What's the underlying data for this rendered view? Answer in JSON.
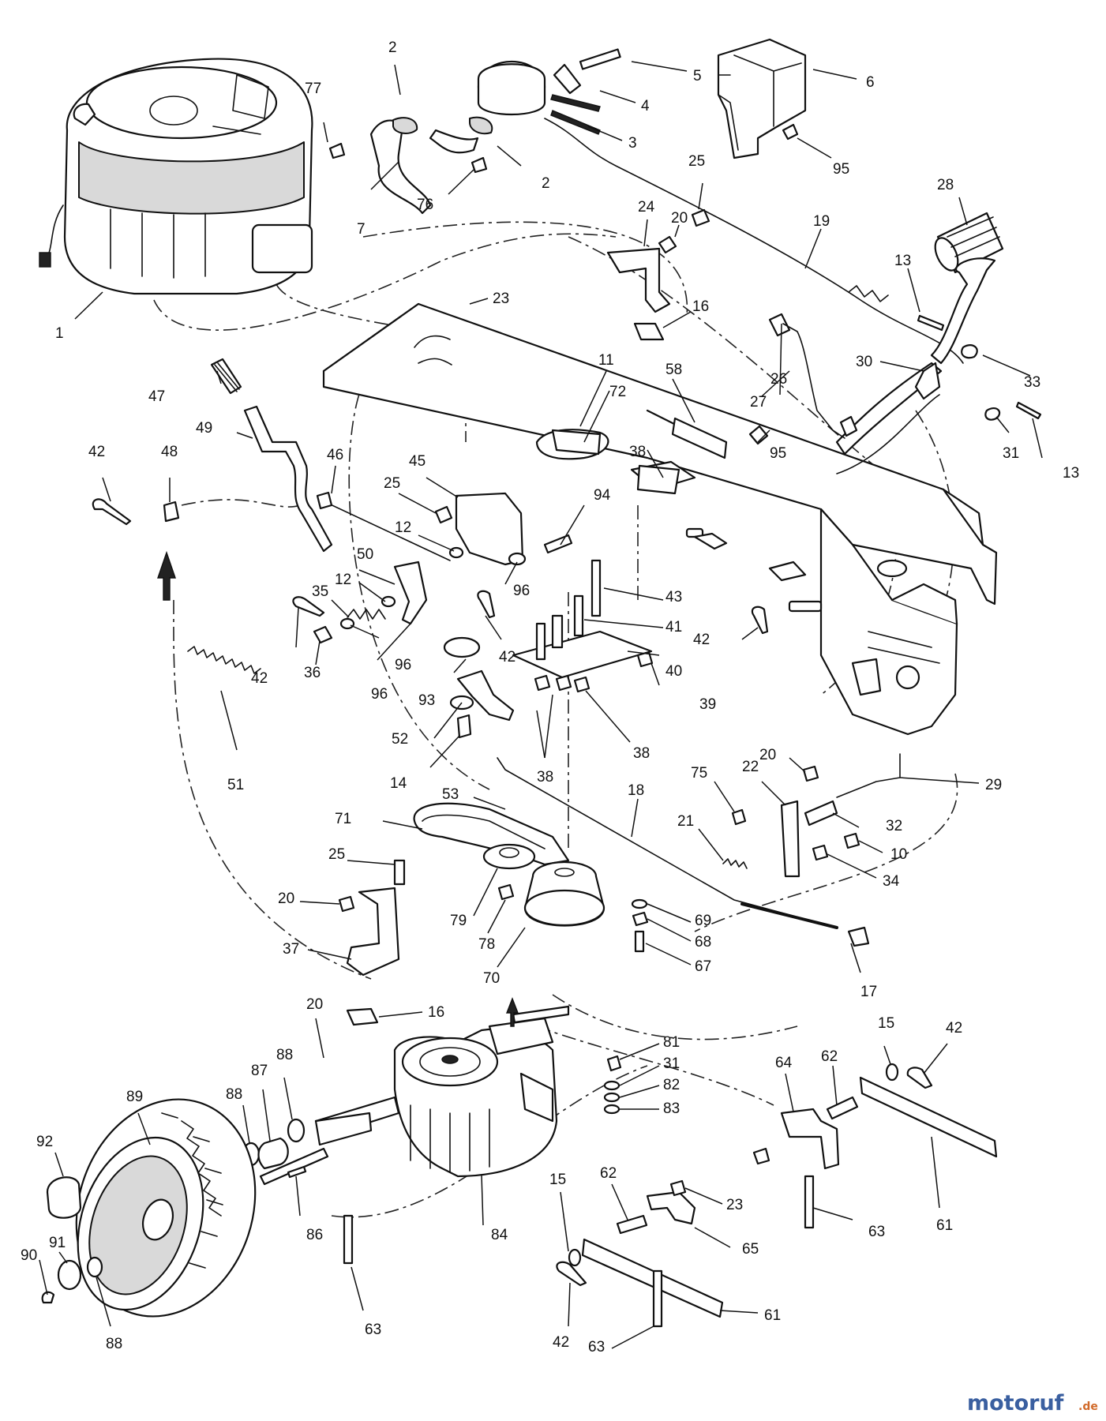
{
  "diagram": {
    "callouts": [
      "1",
      "2",
      "2",
      "3",
      "4",
      "5",
      "6",
      "7",
      "76",
      "77",
      "95",
      "28",
      "19",
      "24",
      "20",
      "25",
      "13",
      "13",
      "23",
      "16",
      "11",
      "72",
      "58",
      "26",
      "27",
      "30",
      "33",
      "31",
      "38",
      "95",
      "47",
      "49",
      "48",
      "42",
      "46",
      "45",
      "25",
      "12",
      "94",
      "96",
      "12",
      "50",
      "35",
      "42",
      "36",
      "96",
      "96",
      "42",
      "43",
      "41",
      "40",
      "39",
      "42",
      "51",
      "93",
      "52",
      "38",
      "38",
      "14",
      "53",
      "71",
      "18",
      "20",
      "22",
      "75",
      "21",
      "29",
      "32",
      "10",
      "34",
      "25",
      "20",
      "37",
      "79",
      "78",
      "69",
      "68",
      "67",
      "70",
      "17",
      "16",
      "20",
      "88",
      "87",
      "88",
      "89",
      "92",
      "91",
      "90",
      "88",
      "86",
      "84",
      "81",
      "31",
      "82",
      "83",
      "64",
      "62",
      "15",
      "42",
      "61",
      "23",
      "63",
      "62",
      "65",
      "15",
      "42",
      "61",
      "63",
      "63"
    ],
    "arrows": [
      "up-arrow",
      "up-arrow-small"
    ]
  },
  "watermark": {
    "brand": "motoruf",
    "tld": ".de"
  }
}
